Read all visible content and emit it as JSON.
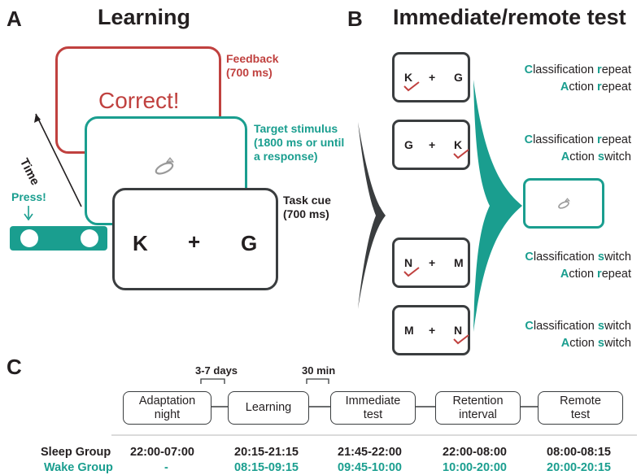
{
  "panel_a": {
    "letter": "A",
    "title": "Learning",
    "feedback_text": "Correct!",
    "feedback_label": [
      "Feedback",
      "(700 ms)"
    ],
    "target_label": [
      "Target stimulus",
      "(1800 ms or until",
      "a response)"
    ],
    "cue_label": [
      "Task cue",
      "(700 ms)"
    ],
    "cue_left": "K",
    "cue_plus": "+",
    "cue_right": "G",
    "time_label": "Time",
    "press_label": "Press!"
  },
  "panel_b": {
    "letter": "B",
    "title": "Immediate/remote test",
    "pairs": [
      {
        "left": "K",
        "plus": "+",
        "right": "G",
        "checked": "left"
      },
      {
        "left": "G",
        "plus": "+",
        "right": "K",
        "checked": "right"
      },
      {
        "left": "N",
        "plus": "+",
        "right": "M",
        "checked": "left"
      },
      {
        "left": "M",
        "plus": "+",
        "right": "N",
        "checked": "right"
      }
    ],
    "conditions": [
      {
        "line1": [
          "C",
          "lassification ",
          "r",
          "epeat"
        ],
        "line2": [
          "A",
          "ction ",
          "r",
          "epeat"
        ]
      },
      {
        "line1": [
          "C",
          "lassification ",
          "r",
          "epeat"
        ],
        "line2": [
          "A",
          "ction ",
          "s",
          "witch"
        ]
      },
      {
        "line1": [
          "C",
          "lassification ",
          "s",
          "witch"
        ],
        "line2": [
          "A",
          "ction ",
          "r",
          "epeat"
        ]
      },
      {
        "line1": [
          "C",
          "lassification ",
          "s",
          "witch"
        ],
        "line2": [
          "A",
          "ction ",
          "s",
          "witch"
        ]
      }
    ]
  },
  "panel_c": {
    "letter": "C",
    "interval1": "3-7 days",
    "interval2": "30 min",
    "stages": [
      [
        "Adaptation",
        "night"
      ],
      [
        "Learning"
      ],
      [
        "Immediate",
        "test"
      ],
      [
        "Retention",
        "interval"
      ],
      [
        "Remote",
        "test"
      ]
    ],
    "sleep_group": {
      "name": "Sleep Group",
      "times": [
        "22:00-07:00",
        "20:15-21:15",
        "21:45-22:00",
        "22:00-08:00",
        "08:00-08:15"
      ]
    },
    "wake_group": {
      "name": "Wake Group",
      "times": [
        "-",
        "08:15-09:15",
        "09:45-10:00",
        "10:00-20:00",
        "20:00-20:15"
      ]
    }
  },
  "colors": {
    "teal": "#1a9e8f",
    "red": "#c0413f",
    "dark": "#3a3d3f"
  }
}
